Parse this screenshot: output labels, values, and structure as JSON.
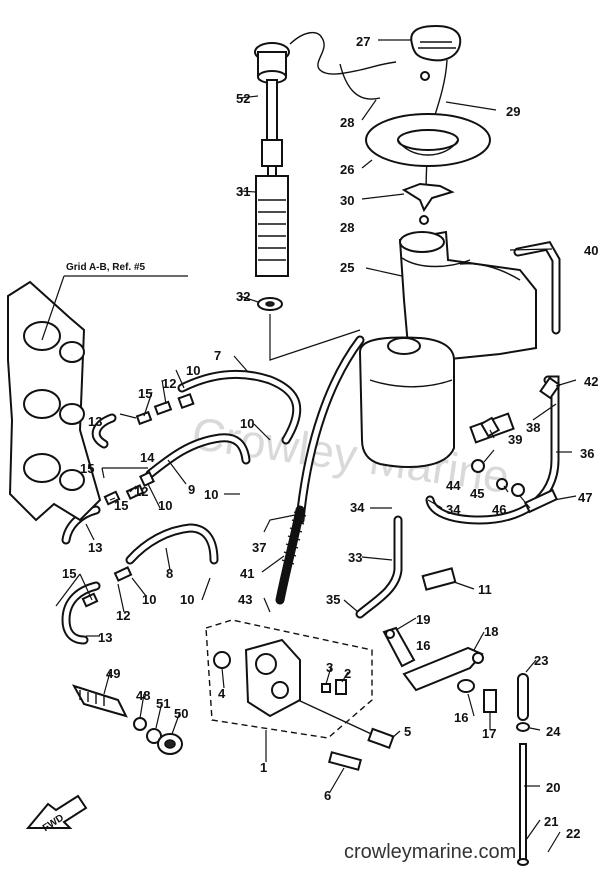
{
  "watermark": "Crowley Marine",
  "footer_site": "crowleymarine.com",
  "grid_reference": "Grid A-B, Ref. #5",
  "direction_arrow": "FWD",
  "part_labels": {
    "p1": "1",
    "p2": "2",
    "p3": "3",
    "p4": "4",
    "p5": "5",
    "p6": "6",
    "p7": "7",
    "p8": "8",
    "p9": "9",
    "p10a": "10",
    "p10b": "10",
    "p10c": "10",
    "p10d": "10",
    "p10e": "10",
    "p10f": "10",
    "p11": "11",
    "p12a": "12",
    "p12b": "12",
    "p12c": "12",
    "p13a": "13",
    "p13b": "13",
    "p13c": "13",
    "p14": "14",
    "p15a": "15",
    "p15b": "15",
    "p15c": "15",
    "p15d": "15",
    "p16a": "16",
    "p16b": "16",
    "p17": "17",
    "p18": "18",
    "p19": "19",
    "p20": "20",
    "p21": "21",
    "p22": "22",
    "p23": "23",
    "p24": "24",
    "p25": "25",
    "p26": "26",
    "p27": "27",
    "p28a": "28",
    "p28b": "28",
    "p29": "29",
    "p30": "30",
    "p31": "31",
    "p32": "32",
    "p33": "33",
    "p34a": "34",
    "p34b": "34",
    "p35": "35",
    "p36": "36",
    "p37": "37",
    "p38": "38",
    "p39": "39",
    "p40": "40",
    "p41": "41",
    "p42": "42",
    "p43": "43",
    "p44": "44",
    "p45": "45",
    "p46": "46",
    "p47": "47",
    "p48": "48",
    "p49": "49",
    "p50": "50",
    "p51": "51",
    "p52": "52"
  }
}
